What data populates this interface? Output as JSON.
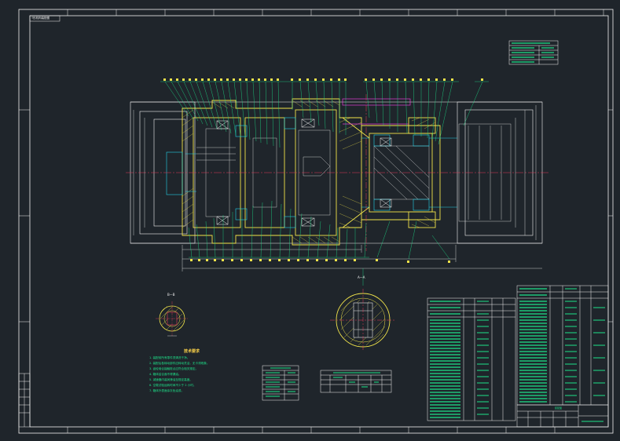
{
  "drawing": {
    "header_tag": "T形机构装配图",
    "section_label": "A—A",
    "detail_label": "B—B",
    "tech_title": "技术要求",
    "tech_notes": [
      "1. 装配前所有零件须清洗干净。",
      "2. 装配后各转动部件应转动灵活，无卡滞现象。",
      "3. 齿轮啮合接触斑点应符合相关规定。",
      "4. 箱体结合面不得漏油。",
      "5. 减速器内装润滑油至规定高度。",
      "6. 空载试验运转时间不少于 2 小时。",
      "7. 箱体外表面涂灰色油漆。"
    ],
    "title_block_name": "装配图"
  },
  "colors": {
    "background": "#1f252b",
    "frame": "#f2f2f2",
    "gear_yellow": "#f0e34a",
    "leader_green": "#1ee28a",
    "section_cyan": "#22d3e6",
    "centerline_red": "#e23b5a",
    "hatch_white": "#e8e8e8",
    "magenta": "#e23bd6"
  }
}
